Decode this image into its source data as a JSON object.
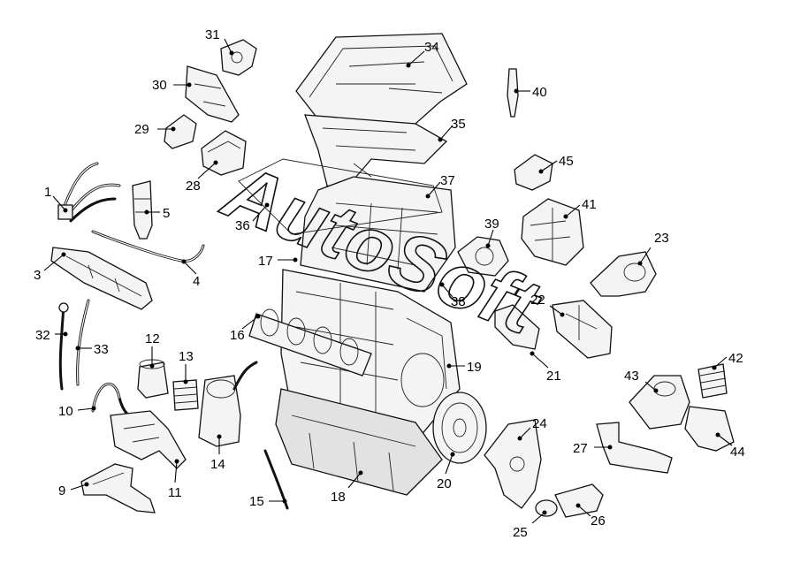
{
  "diagram": {
    "watermark": "AutoSoft",
    "callouts": [
      {
        "id": "1",
        "label": "1"
      },
      {
        "id": "3",
        "label": "3"
      },
      {
        "id": "4",
        "label": "4"
      },
      {
        "id": "5",
        "label": "5"
      },
      {
        "id": "9",
        "label": "9"
      },
      {
        "id": "10",
        "label": "10"
      },
      {
        "id": "11",
        "label": "11"
      },
      {
        "id": "12",
        "label": "12"
      },
      {
        "id": "13",
        "label": "13"
      },
      {
        "id": "14",
        "label": "14"
      },
      {
        "id": "15",
        "label": "15"
      },
      {
        "id": "16",
        "label": "16"
      },
      {
        "id": "17",
        "label": "17"
      },
      {
        "id": "18",
        "label": "18"
      },
      {
        "id": "19",
        "label": "19"
      },
      {
        "id": "20",
        "label": "20"
      },
      {
        "id": "21",
        "label": "21"
      },
      {
        "id": "22",
        "label": "22"
      },
      {
        "id": "23",
        "label": "23"
      },
      {
        "id": "24",
        "label": "24"
      },
      {
        "id": "25",
        "label": "25"
      },
      {
        "id": "26",
        "label": "26"
      },
      {
        "id": "27",
        "label": "27"
      },
      {
        "id": "28",
        "label": "28"
      },
      {
        "id": "29",
        "label": "29"
      },
      {
        "id": "30",
        "label": "30"
      },
      {
        "id": "31",
        "label": "31"
      },
      {
        "id": "32",
        "label": "32"
      },
      {
        "id": "33",
        "label": "33"
      },
      {
        "id": "34",
        "label": "34"
      },
      {
        "id": "35",
        "label": "35"
      },
      {
        "id": "36",
        "label": "36"
      },
      {
        "id": "37",
        "label": "37"
      },
      {
        "id": "38",
        "label": "38"
      },
      {
        "id": "39",
        "label": "39"
      },
      {
        "id": "40",
        "label": "40"
      },
      {
        "id": "41",
        "label": "41"
      },
      {
        "id": "42",
        "label": "42"
      },
      {
        "id": "43",
        "label": "43"
      },
      {
        "id": "44",
        "label": "44"
      },
      {
        "id": "45",
        "label": "45"
      }
    ]
  }
}
